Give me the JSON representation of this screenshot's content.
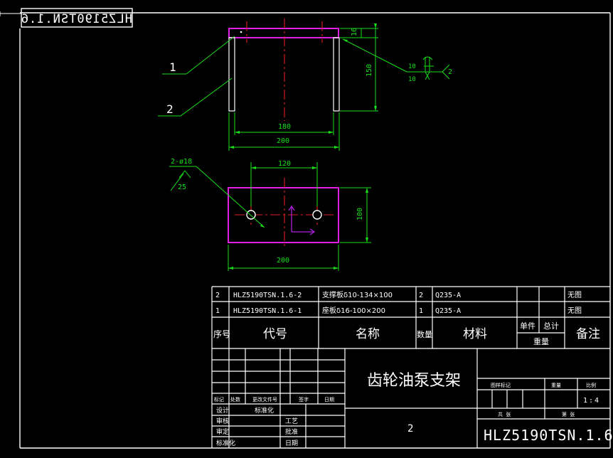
{
  "drawing_number_mirrored": "HLZ5190TSN.1.6",
  "callouts": {
    "part1": "1",
    "part2": "2"
  },
  "dims_front": {
    "thk": "16",
    "height": "150",
    "inner": "180",
    "overall": "200"
  },
  "weld_symbol": {
    "top": "10",
    "bottom": "10",
    "type": "2"
  },
  "dims_plan": {
    "holes": "2-ø18",
    "roughness": "25",
    "spacing": "120",
    "depth": "100",
    "overall": "200"
  },
  "bom": {
    "rows": [
      {
        "no": "2",
        "code": "HLZ5190TSN.1.6-2",
        "name": "支撑板δ10-134×100",
        "qty": "2",
        "material": "Q235-A",
        "note": "无图"
      },
      {
        "no": "1",
        "code": "HLZ5190TSN.1.6-1",
        "name": "座板δ16-100×200",
        "qty": "1",
        "material": "Q235-A",
        "note": "无图"
      }
    ],
    "header": {
      "no": "序号",
      "code": "代号",
      "name": "名称",
      "qty": "数量",
      "material": "材料",
      "unit": "单件",
      "total": "总计",
      "weight": "重量",
      "remark": "备注"
    }
  },
  "title_block": {
    "title": "齿轮油泵支架",
    "drawing_number": "HLZ5190TSN.1.6",
    "sheet_count": "2",
    "scale": "1:4",
    "rev_labels": {
      "mark": "标记",
      "count": "处数",
      "doc": "更改文件号",
      "sign": "签字",
      "date": "日期"
    },
    "people": {
      "design": "设计",
      "std": "标准化",
      "check": "审核",
      "process": "工艺",
      "approve": "审定",
      "ratify": "批准",
      "date": "日期"
    },
    "stage": {
      "mark": "图样标记",
      "weight": "重量",
      "scale": "比例",
      "sheets_total": "共 张",
      "sheet_no": "第 张"
    }
  }
}
